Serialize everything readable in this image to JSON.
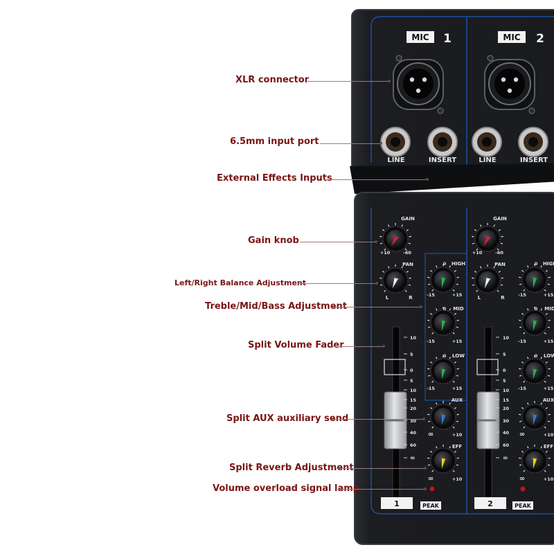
{
  "panel": {
    "channels": [
      {
        "mic_label": "MIC",
        "number": "1",
        "strip_number": "1"
      },
      {
        "mic_label": "MIC",
        "number": "2",
        "strip_number": "2"
      }
    ],
    "jack_labels": {
      "line": "LINE",
      "insert": "INSERT"
    },
    "knob_labels": {
      "gain": "GAIN",
      "pan": "PAN",
      "high": "HIGH",
      "mid": "MID",
      "low": "LOW",
      "aux": "AUX",
      "eff": "EFF"
    },
    "scale_labels": {
      "plus10": "+10",
      "minus60": "-60",
      "left": "L",
      "right": "R",
      "minus15": "-15",
      "plus15": "+15",
      "zero": "0",
      "infinity": "∞"
    },
    "fader_scale": [
      "10",
      "5",
      "0",
      "5",
      "10",
      "15",
      "20",
      "30",
      "40",
      "60",
      "∞"
    ],
    "peak_label": "PEAK"
  },
  "callouts": [
    {
      "id": "xlr",
      "text": "XLR connector"
    },
    {
      "id": "input",
      "text": "6.5mm input port"
    },
    {
      "id": "ext",
      "text": "External Effects Inputs"
    },
    {
      "id": "gain",
      "text": "Gain knob"
    },
    {
      "id": "balance",
      "text": "Left/Right Balance Adjustment"
    },
    {
      "id": "eq",
      "text": "Treble/Mid/Bass Adjustment"
    },
    {
      "id": "fader",
      "text": "Split Volume Fader"
    },
    {
      "id": "aux",
      "text": "Split AUX auxiliary send"
    },
    {
      "id": "reverb",
      "text": "Split Reverb Adjustment"
    },
    {
      "id": "lamp",
      "text": "Volume overload signal lamp"
    }
  ],
  "colors": {
    "label_text": "#7a1414",
    "panel_body": "#1c1d21",
    "panel_edge": "#2c2e33",
    "panel_border": "#1b4fa0",
    "gain_marker": "#d8203a",
    "pan_marker": "#f2f2f2",
    "eq_marker": "#22b24c",
    "aux_marker": "#2f7fd6",
    "eff_marker": "#e8d21e",
    "peak_led": "#b81818"
  }
}
